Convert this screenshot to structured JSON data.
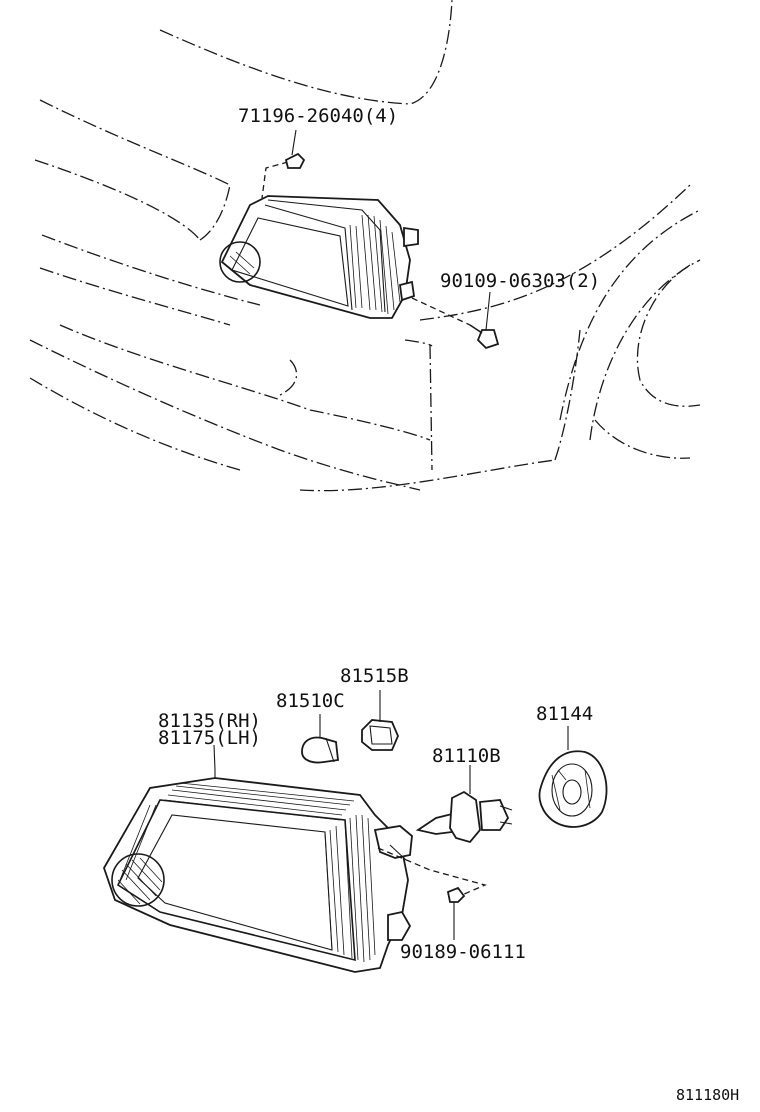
{
  "diagram": {
    "callouts": {
      "clip_71196": "71196-26040(4)",
      "screw_90109": "90109-06303(2)",
      "bulb_81515b": "81515B",
      "bulb_81510c": "81510C",
      "unit_81135": "81135(RH)",
      "unit_81175": "81175(LH)",
      "bulb_81110b": "81110B",
      "cover_81144": "81144",
      "screw_90189": "90189-06111"
    },
    "figure_code": "811180H"
  }
}
